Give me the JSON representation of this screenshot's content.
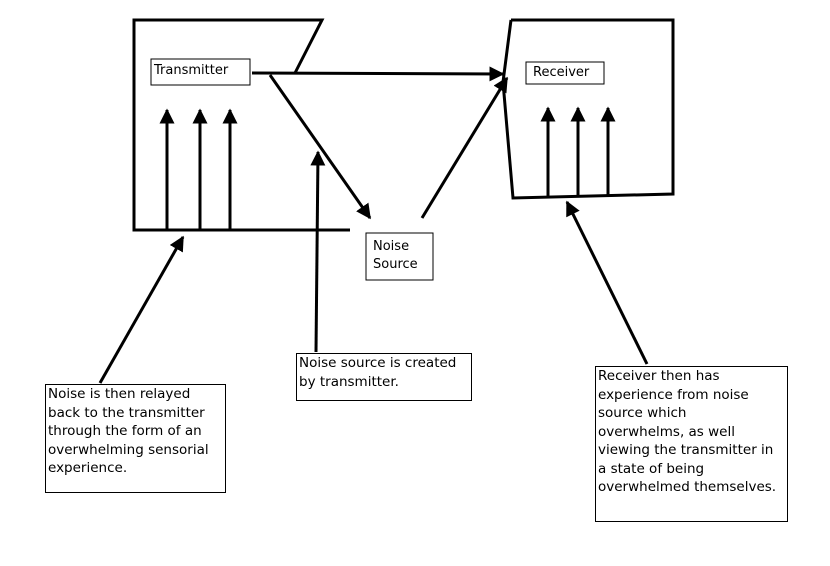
{
  "diagram": {
    "nodes": {
      "transmitter": "Transmitter",
      "receiver": "Receiver",
      "noise_source": "Noise\nSource"
    },
    "notes": {
      "relay": "Noise is then relayed\nback to the transmitter\nthrough the form of an\noverwhelming sensorial\nexperience.",
      "created": "Noise source is created\nby transmitter.",
      "receiver_experience": "Receiver then has\nexperience from noise\nsource which\noverwhelms, as well\nviewing the transmitter in\na state of being\noverwhelmed themselves."
    },
    "colors": {
      "line": "#000000",
      "background": "#ffffff"
    }
  }
}
